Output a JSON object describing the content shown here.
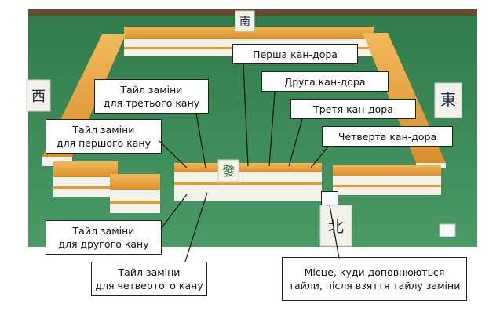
{
  "scene": {
    "table_color": "#3e8a5a",
    "tile_face_color": "#f2f1ea",
    "tile_back_color": "#e7a847",
    "tile_glyphs": {
      "far_wind": "南",
      "left_wind": "西",
      "right_wind": "東",
      "front_wind": "北",
      "dora_indicator": "發"
    }
  },
  "labels": {
    "first_kan_dora": "Перша кан-дора",
    "second_kan_dora": "Друга кан-дора",
    "third_kan_dora": "Третя кан-дора",
    "fourth_kan_dora": "Четверта кан-дора",
    "third_kan_replacement": [
      "Тайл заміни",
      "для третього кану"
    ],
    "first_kan_replacement": [
      "Тайл заміни",
      "для першого кану"
    ],
    "second_kan_replacement": [
      "Тайл заміни",
      "для другого кану"
    ],
    "fourth_kan_replacement": [
      "Тайл заміни",
      "для четвертого кану"
    ],
    "replenish_spot": [
      "Місце, куди доповнюються",
      "тайли, після взяття тайлу заміни"
    ]
  }
}
